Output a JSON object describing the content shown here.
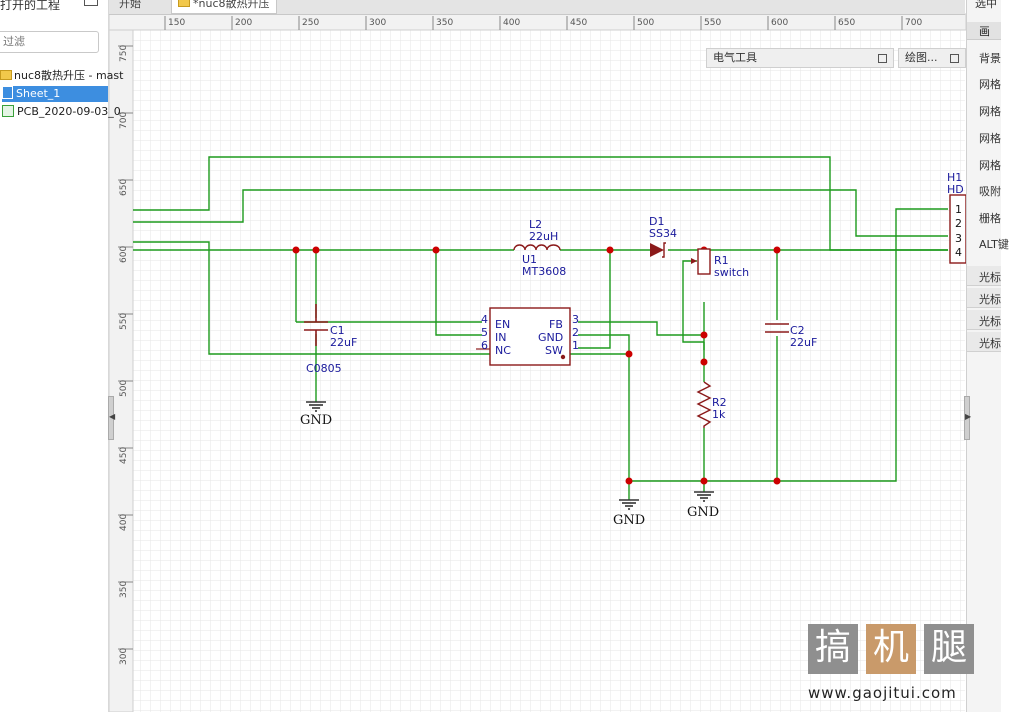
{
  "left_panel": {
    "title": "打开的工程",
    "filter_placeholder": "过滤",
    "tree": [
      {
        "label": "nuc8散热升压 - mast",
        "type": "project"
      },
      {
        "label": "Sheet_1",
        "type": "sheet",
        "selected": true
      },
      {
        "label": "PCB_2020-09-03_0",
        "type": "pcb"
      }
    ]
  },
  "tabs": [
    {
      "label": "开始"
    },
    {
      "label": "*nuc8散热升压",
      "active": true
    }
  ],
  "ruler": {
    "top_ticks": [
      "150",
      "200",
      "250",
      "300",
      "350",
      "400",
      "450",
      "500",
      "550",
      "600",
      "650",
      "700"
    ],
    "left_ticks": [
      "750",
      "700",
      "650",
      "600",
      "550",
      "500",
      "450",
      "400",
      "350",
      "300"
    ]
  },
  "floating_panels": {
    "electrical_tools": "电气工具",
    "drawing_tools": "绘图..."
  },
  "right_panel": {
    "header": "选中",
    "section": "画",
    "rows": [
      "背景",
      "网格",
      "网格",
      "网格",
      "网格",
      "吸附",
      "栅格",
      "ALT键"
    ],
    "cursor_rows": [
      "光标",
      "光标",
      "光标",
      "光标"
    ]
  },
  "schematic": {
    "components": {
      "L2": {
        "ref": "L2",
        "value": "22uH"
      },
      "D1": {
        "ref": "D1",
        "value": "SS34"
      },
      "U1": {
        "ref": "U1",
        "value": "MT3608",
        "pins_left": [
          {
            "num": "4",
            "name": "EN"
          },
          {
            "num": "5",
            "name": "IN"
          },
          {
            "num": "6",
            "name": "NC"
          }
        ],
        "pins_right": [
          {
            "num": "3",
            "name": "FB"
          },
          {
            "num": "2",
            "name": "GND"
          },
          {
            "num": "1",
            "name": "SW"
          }
        ]
      },
      "R1": {
        "ref": "R1",
        "value": "switch"
      },
      "R2": {
        "ref": "R2",
        "value": "1k"
      },
      "C1": {
        "ref": "C1",
        "value": "22uF",
        "package": "C0805"
      },
      "C2": {
        "ref": "C2",
        "value": "22uF"
      },
      "H1": {
        "ref": "H1",
        "value": "HD",
        "pins": [
          "1",
          "2",
          "3",
          "4"
        ]
      }
    },
    "gnd_labels": [
      "GND",
      "GND",
      "GND"
    ]
  },
  "watermark": {
    "chars": [
      "搞",
      "机",
      "腿"
    ],
    "url": "www.gaojitui.com"
  },
  "colors": {
    "wire": "#1d9a1d",
    "component": "#8b1a1a",
    "text_blue": "#1a1a9c",
    "junction": "#cc0000",
    "grid": "#e3e3e3",
    "selection": "#3d8ee0"
  }
}
